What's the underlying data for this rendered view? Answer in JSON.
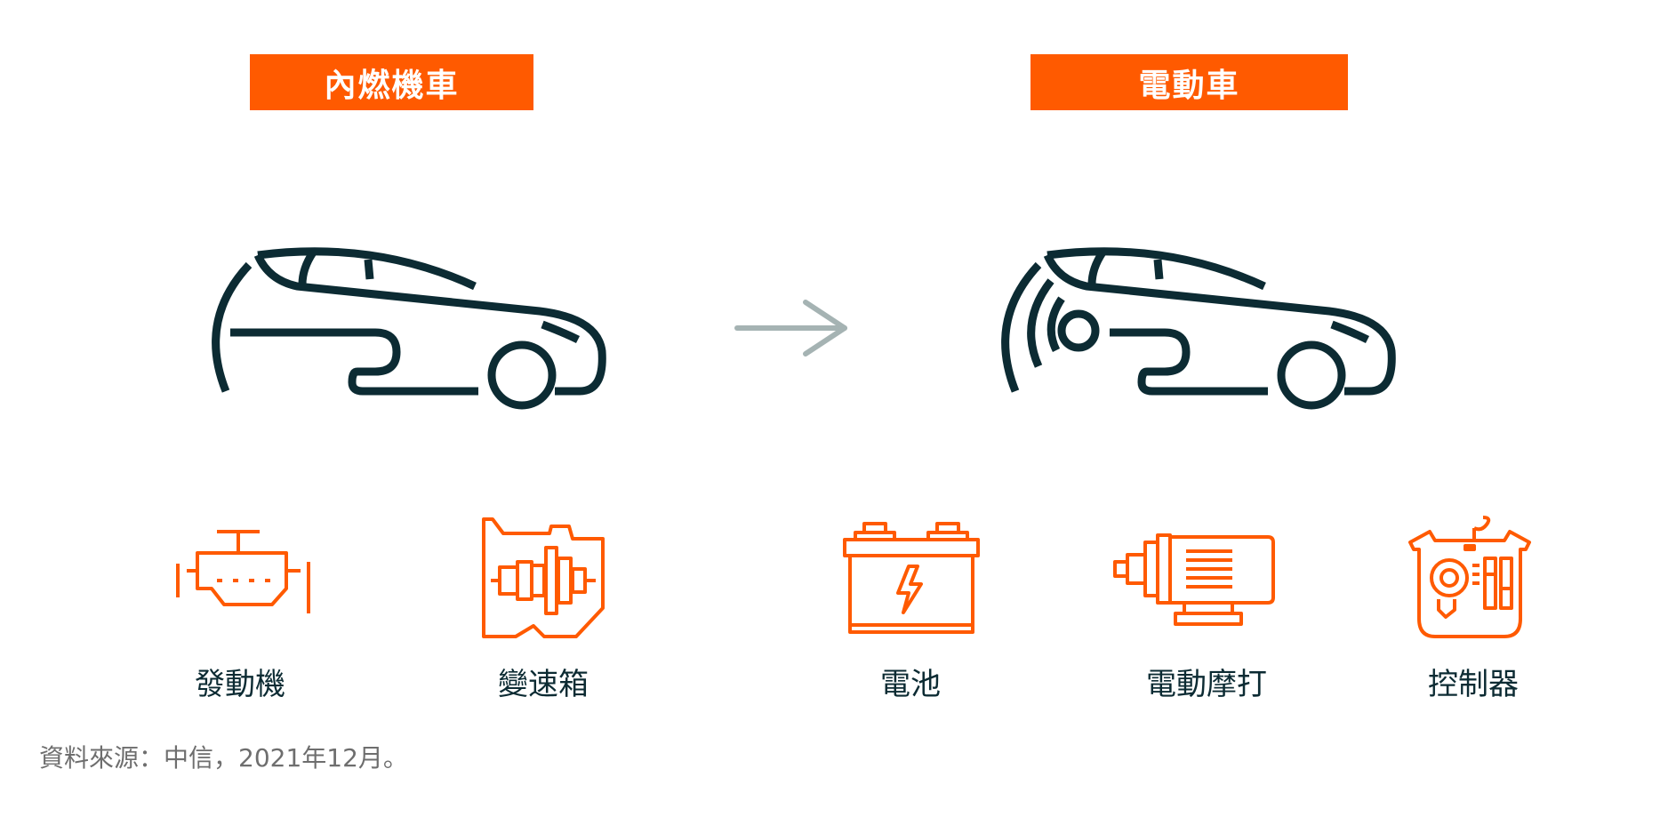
{
  "headers": {
    "ice": "內燃機車",
    "ev": "電動車"
  },
  "colors": {
    "accent": "#ff5a00",
    "dark": "#0c2b33",
    "arrow": "#a5b3b3",
    "source_text": "#6e6e6e"
  },
  "components": {
    "engine": {
      "label": "發動機",
      "icon": "engine-icon"
    },
    "gearbox": {
      "label": "變速箱",
      "icon": "gearbox-icon"
    },
    "battery": {
      "label": "電池",
      "icon": "battery-icon"
    },
    "motor": {
      "label": "電動摩打",
      "icon": "electric-motor-icon"
    },
    "controller": {
      "label": "控制器",
      "icon": "controller-icon"
    }
  },
  "source": "資料來源：中信，2021年12月。"
}
